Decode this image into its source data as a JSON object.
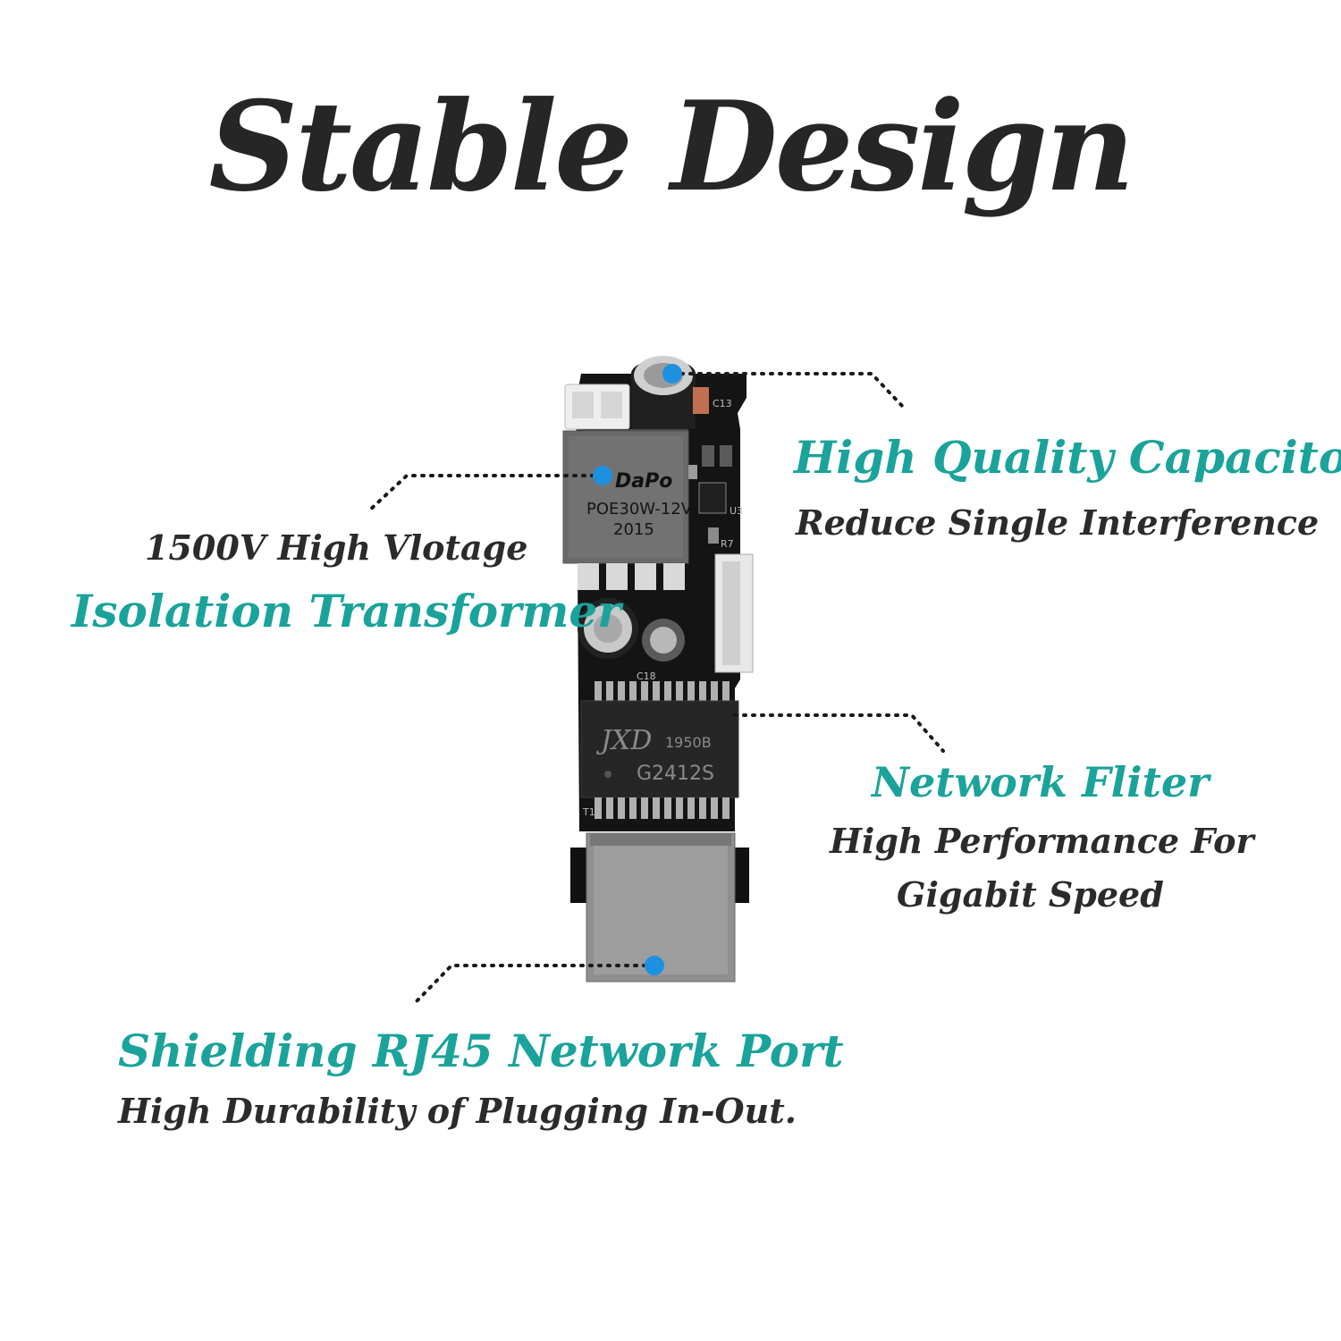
{
  "title": "Stable Design",
  "features": {
    "capacitor": {
      "heading": "High Quality Capacitor",
      "subtitle": "Reduce Single Interference"
    },
    "transformer": {
      "subtitle": "1500V High Vlotage",
      "heading": "Isolation Transformer"
    },
    "filter": {
      "heading": "Network Fliter",
      "subtitle_line1": "High Performance For",
      "subtitle_line2": "Gigabit Speed"
    },
    "port": {
      "heading": "Shielding RJ45 Network Port",
      "subtitle": "High Durability of Plugging In-Out."
    }
  },
  "board": {
    "transformer_brand": "DaPo",
    "transformer_model": "POE30W-12V",
    "transformer_code": "2015",
    "filter_brand": "JXD",
    "filter_code": "1950B",
    "filter_model": "G2412S",
    "silkscreen_c13": "C13",
    "silkscreen_c18": "C18",
    "silkscreen_r7": "R7",
    "silkscreen_u3": "U3",
    "silkscreen_t1": "T1"
  },
  "colors": {
    "accent_teal": "#1aa39a",
    "text_dark": "#2b2b2b",
    "marker_blue": "#1e90e0",
    "pcb_black": "#141414"
  }
}
